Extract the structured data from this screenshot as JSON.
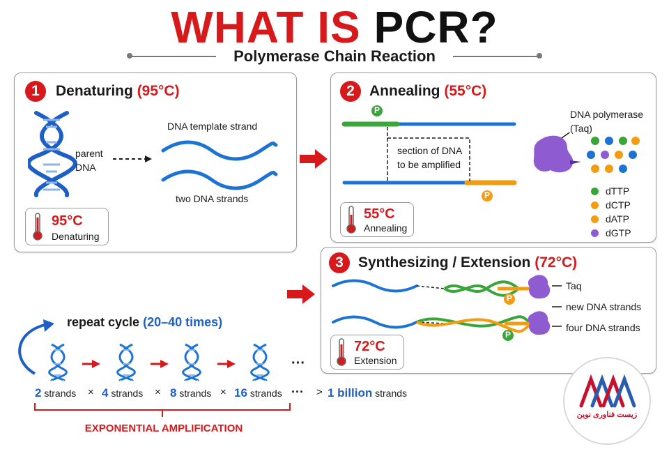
{
  "header": {
    "title_part1": "WHAT IS",
    "title_part2": "PCR?",
    "subtitle": "Polymerase Chain Reaction"
  },
  "steps": [
    {
      "number": "1",
      "name": "Denaturing",
      "temp": "(95°C)"
    },
    {
      "number": "2",
      "name": "Annealing",
      "temp": "(55°C)"
    },
    {
      "number": "3",
      "name": "Synthesizing / Extension",
      "temp": "(72°C)"
    }
  ],
  "denaturing": {
    "parent_label": "parent\nDNA",
    "template_label": "DNA template strand",
    "two_strands_label": "two DNA strands",
    "thermo_value": "95°C",
    "thermo_label": "Denaturing"
  },
  "annealing": {
    "primer_label": "P",
    "section_label": "section of DNA\nto be amplified",
    "polymerase_label": "DNA polymerase\n(Taq)",
    "nucleotides": [
      {
        "name": "dTTP",
        "color": "#3aa63a"
      },
      {
        "name": "dCTP",
        "color": "#f39c12"
      },
      {
        "name": "dATP",
        "color": "#f39c12"
      },
      {
        "name": "dGTP",
        "color": "#8e5bd1"
      }
    ],
    "thermo_value": "55°C",
    "thermo_label": "Annealing"
  },
  "extension": {
    "taq_label": "Taq",
    "new_strands_label": "new DNA strands",
    "four_strands_label": "four DNA strands",
    "primer_label": "P",
    "thermo_value": "72°C",
    "thermo_label": "Extension"
  },
  "cycle": {
    "repeat_label": "repeat cycle",
    "repeat_times": "(20–40 times)",
    "counts": [
      {
        "n": "2",
        "unit": "strands"
      },
      {
        "n": "4",
        "unit": "strands"
      },
      {
        "n": "8",
        "unit": "strands"
      },
      {
        "n": "16",
        "unit": "strands"
      }
    ],
    "times_symbol": "×",
    "ellipsis": "···",
    "gt": ">",
    "final_n": "1 billion",
    "final_unit": "strands",
    "amplification_label": "EXPONENTIAL AMPLIFICATION"
  },
  "logo": {
    "text": "زیست فناوری نوین"
  },
  "colors": {
    "red": "#d7191c",
    "blue": "#1d5fc4",
    "green": "#3aa63a",
    "orange": "#f39c12",
    "purple": "#8e5bd1"
  }
}
